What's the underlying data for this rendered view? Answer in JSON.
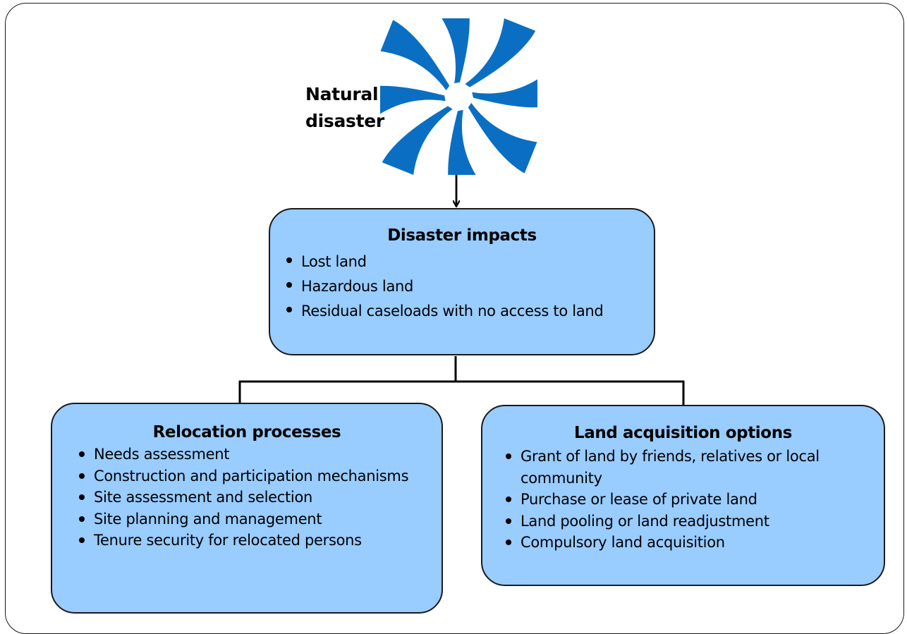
{
  "logo": {
    "label": "Natural disaster",
    "icon": "spiral-pinwheel-icon",
    "color": "#0a6fc2"
  },
  "impacts": {
    "title": "Disaster impacts",
    "items": [
      "Lost land",
      "Hazardous land",
      "Residual caseloads with no access to land"
    ]
  },
  "relocation": {
    "title": "Relocation processes",
    "items": [
      "Needs assessment",
      "Construction and participation mechanisms",
      "Site assessment and selection",
      "Site planning and management",
      "Tenure security for relocated persons"
    ]
  },
  "land_acquisition": {
    "title": "Land acquisition options",
    "items": [
      "Grant of land by friends, relatives or local community",
      "Purchase or lease of private land",
      "Land pooling or land readjustment",
      "Compulsory land acquisition"
    ]
  },
  "colors": {
    "box_fill": "#99ccff",
    "stroke": "#1a1a1a"
  }
}
